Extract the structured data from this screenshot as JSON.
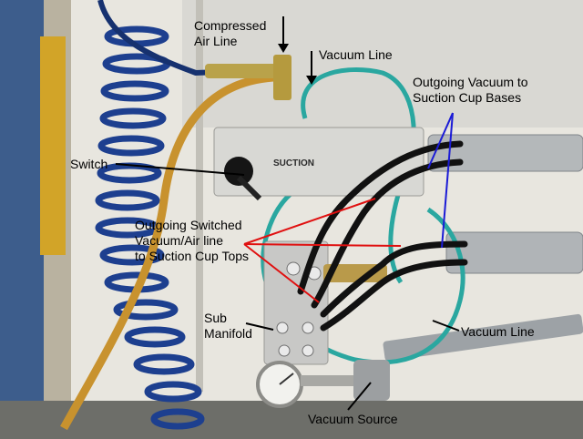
{
  "labels": {
    "compressed_air_line": "Compressed\nAir Line",
    "vacuum_line_top": "Vacuum Line",
    "outgoing_vacuum": "Outgoing Vacuum to\nSuction Cup Bases",
    "switch": "Switch",
    "outgoing_switched": "Outgoing Switched\nVacuum/Air line\nto Suction Cup Tops",
    "sub_manifold": "Sub\nManifold",
    "vacuum_line_right": "Vacuum Line",
    "vacuum_source": "Vacuum Source"
  },
  "device_text": {
    "switch_brand": "SUCTION"
  },
  "colors": {
    "annotation_red": "#e01010",
    "annotation_blue": "#1b1bd6",
    "annotation_black": "#000000",
    "vacuum_hose": "#2aa7a0",
    "air_hose": "#1d3f8f",
    "yellow_hose": "#c8922e"
  }
}
